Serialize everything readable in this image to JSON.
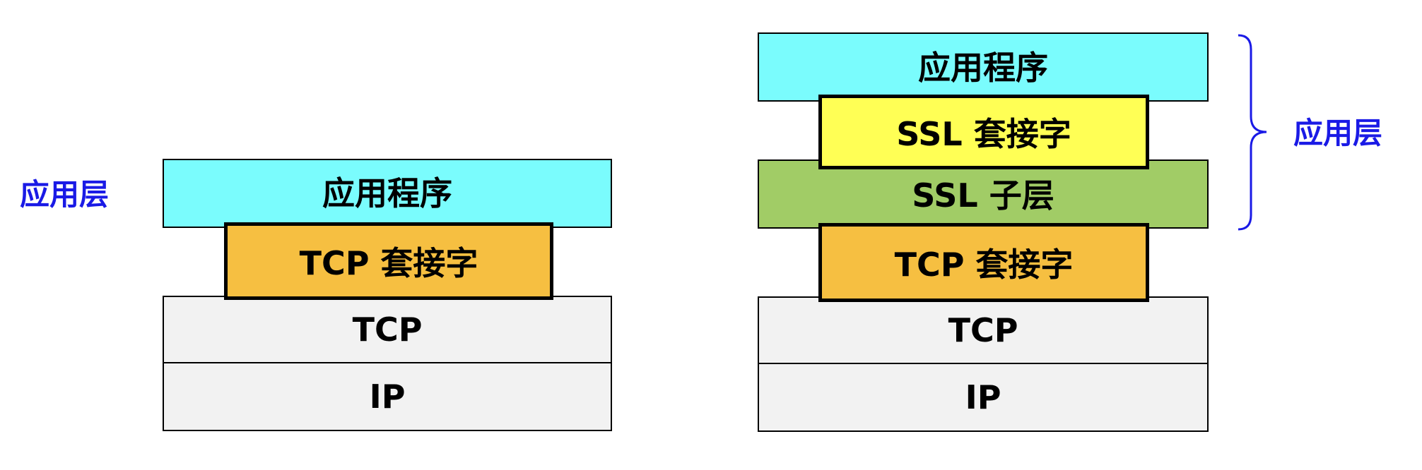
{
  "colors": {
    "application": "#7AFCFD",
    "socket": "#F6BF41",
    "ssl_socket": "#FFFF55",
    "ssl_sublayer": "#A1CC66",
    "transport": "#F2F2F2",
    "label": "#1A1AE6"
  },
  "left_stack": {
    "side_label": "应用层",
    "application": "应用程序",
    "socket": "TCP 套接字",
    "tcp": "TCP",
    "ip": "IP"
  },
  "right_stack": {
    "side_label": "应用层",
    "application": "应用程序",
    "ssl_socket": "SSL 套接字",
    "ssl_sublayer": "SSL 子层",
    "socket": "TCP 套接字",
    "tcp": "TCP",
    "ip": "IP"
  }
}
